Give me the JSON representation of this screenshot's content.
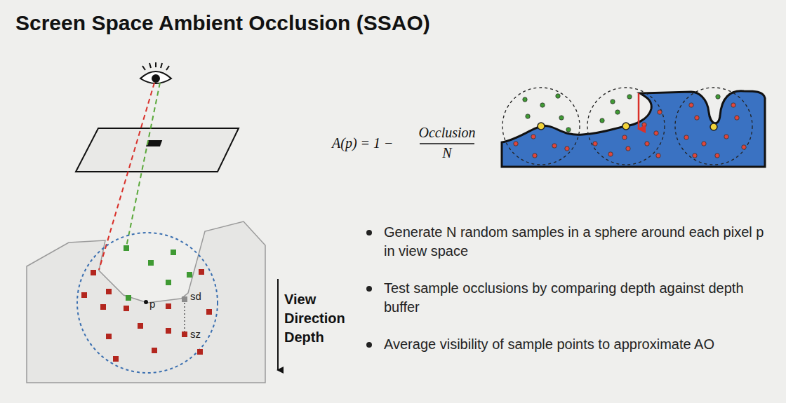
{
  "diagram": {
    "title": "Screen Space Ambient Occlusion (SSAO)",
    "labels": [
      "A(p) = 1 −",
      "Occlusion",
      "N",
      "p",
      "sd",
      "sz",
      "View Direction Depth",
      "Generate N random samples in a sphere around each pixel p in view space",
      "Test sample occlusions by comparing depth against depth buffer",
      "Average visibility of sample points to approximate AO"
    ]
  }
}
